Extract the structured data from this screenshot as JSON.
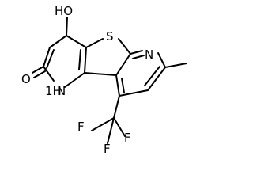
{
  "molecule": {
    "labels": {
      "hydroxyl": "HO",
      "sulfur": "S",
      "pyridine_nitrogen": "N",
      "carbonyl_oxygen": "O",
      "amide_nh": "1H",
      "amide_n": "N",
      "fluorine_top": "F",
      "fluorine_left": "F",
      "fluorine_bottom": "F"
    },
    "colors": {
      "bond": "#000000",
      "label": "#000000",
      "background": "#ffffff"
    }
  }
}
